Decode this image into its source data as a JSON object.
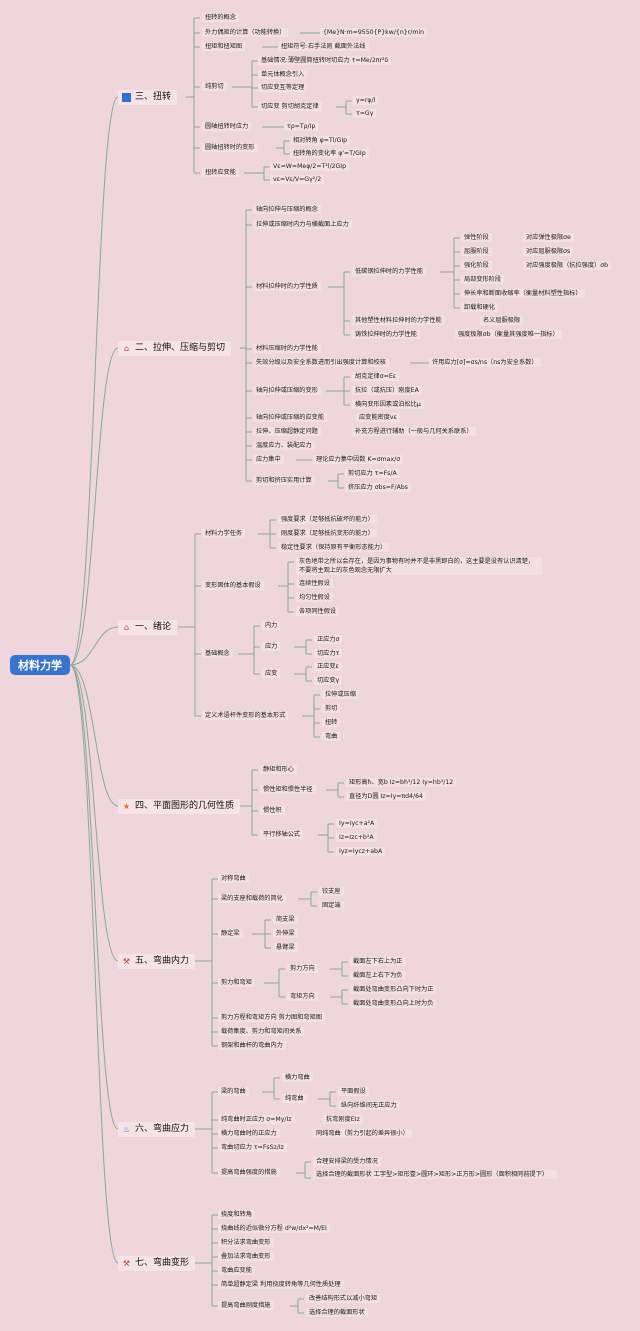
{
  "root": "材料力学",
  "sections": [
    {
      "id": "s3",
      "label": "三、扭转",
      "icon": "flag-icon"
    },
    {
      "id": "s2",
      "label": "二、拉伸、压缩与剪切",
      "icon": "home-icon"
    },
    {
      "id": "s1",
      "label": "一、绪论",
      "icon": "home-icon"
    },
    {
      "id": "s4",
      "label": "四、平面图形的几何性质",
      "icon": "star-icon"
    },
    {
      "id": "s5",
      "label": "五、弯曲内力",
      "icon": "tools-icon"
    },
    {
      "id": "s6",
      "label": "六、弯曲应力",
      "icon": "flame-icon"
    },
    {
      "id": "s7",
      "label": "七、弯曲变形",
      "icon": "tools-icon"
    }
  ],
  "colors": {
    "line": "#8aa89a",
    "root": "#3a73cc",
    "background": "#efd6dc"
  },
  "nodes": {
    "a1": "扭转的概念",
    "a2": "外力偶矩的计算（功能转换）",
    "a2a": "{Me}N·m=9550{P}kw/{n}r/min",
    "a3": "扭矩和扭矩图",
    "a3a": "扭矩符号:右手法则 截面外法线",
    "a4": "纯剪切",
    "a4a": "基础情况:薄壁圆筒扭转时切应力 τ=Me/2πr²δ",
    "a4b": "单元体概念引入",
    "a4c": "切应变互等定理",
    "a4d": "切应变 剪切胡克定律",
    "a4d1": "γ=rφ/l",
    "a4d2": "τ=Gγ",
    "a5": "圆轴扭转时应力",
    "a5a": "τρ=Tρ/Ip",
    "a6": "圆轴扭转时的变形",
    "a6a": "相对转角 φ=Tl/GIp",
    "a6b": "扭转角的变化率 φ'=T/GIp",
    "a7": "扭转应变能",
    "a7a": "Vε=W=Meφ/2=T²l/2GIp",
    "a7b": "vε=Vε/V=Gγ²/2",
    "b1": "轴向拉伸与压缩的概念",
    "b2": "拉伸或压缩时内力与横截面上应力",
    "b3": "材料拉伸时的力学性质",
    "b3a": "低碳钢拉伸时的力学性能",
    "b3a1": "弹性阶段",
    "b3a1x": "对应弹性极限σe",
    "b3a2": "屈服阶段",
    "b3a2x": "对应屈服极限σs",
    "b3a3": "强化阶段",
    "b3a3x": "对应强度极限（抗拉强度）σb",
    "b3a4": "局部变形阶段",
    "b3a5": "伸长率和断面收缩率（衡量材料塑性指标）",
    "b3a6": "卸载和硬化",
    "b3b": "其他塑性材料拉伸时的力学性能",
    "b3bx": "名义屈服极限",
    "b3c": "铸铁拉伸时的力学性能",
    "b3cx": "强度极限σb（衡量其强度唯一指标）",
    "b4": "材料压缩时的力学性能",
    "b5": "失效分级以及安全系数进而引出强度计算和校核",
    "b5x": "许用应力[σ]=σs/ns（ns为安全系数）",
    "b6": "轴向拉伸或压缩的变形",
    "b6a": "胡克定律σ=Eε",
    "b6b": "抗拉（或抗压）刚度EA",
    "b6c": "横向变形因素或泊松比μ",
    "b7": "轴向拉伸或压缩的应变能",
    "b7x": "应变能密度vε",
    "b8": "拉伸、压缩超静定问题",
    "b8x": "补充方程进行辅助（一般与几何关系联系）",
    "b9": "温度应力、装配应力",
    "b10": "应力集中",
    "b10x": "理论应力集中因数 K=σmax/σ",
    "b11": "剪切和挤压实用计算",
    "b11a": "剪切应力 τ=Fs/A",
    "b11b": "挤压应力 σbs=F/Abs",
    "c1": "材料力学任务",
    "c1a": "强度要求（足够抵抗破坏的能力）",
    "c1b": "刚度要求（足够抵抗变形的能力）",
    "c1c": "稳定性要求（保持原有平衡形态能力）",
    "c2": "变形固体的基本假设",
    "c2a": "灰色地带之所以会存在，是因为事物有时并不是非黑即白的，这主要是没有认识清楚，不要将主观上的灰色观念无限扩大",
    "c2b": "连续性假设",
    "c2c": "均匀性假设",
    "c2d": "各项同性假设",
    "c3": "基础概念",
    "c3a": "内力",
    "c3b": "应力",
    "c3b1": "正应力σ",
    "c3b2": "切应力τ",
    "c3c": "应变",
    "c3c1": "正应变ε",
    "c3c2": "切应变γ",
    "c4": "定义术语杆件变形的基本形式",
    "c4a": "拉伸或压缩",
    "c4b": "剪切",
    "c4c": "扭转",
    "c4d": "弯曲",
    "d1": "静矩和形心",
    "d2": "惯性矩和惯性半径",
    "d2a": "矩形高h、宽b Iz=bh³/12 Iy=hb³/12",
    "d2b": "直径为D圆 Iz=Iy=πd4/64",
    "d3": "惯性积",
    "d4": "平行移轴公式",
    "d4a": "Iy=Iyc+a²A",
    "d4b": "Iz=Izc+b²A",
    "d4c": "Iyz=Iycz+abA",
    "e1": "对称弯曲",
    "e2": "梁的支座和载荷的简化",
    "e2a": "铰支座",
    "e2b": "固定端",
    "e3": "静定梁",
    "e3a": "简支梁",
    "e3b": "外伸梁",
    "e3c": "悬臂梁",
    "e4": "剪力和弯矩",
    "e4a": "剪力方向",
    "e4a1": "截面左下右上为正",
    "e4a2": "截面左上右下为负",
    "e4b": "弯矩方向",
    "e4b1": "截面处弯曲变形凸向下时为正",
    "e4b2": "截面处弯曲变形凸向上时为负",
    "e5": "剪力方程和弯矩方向 剪力图和弯矩图",
    "e6": "载荷集度、剪力和弯矩间关系",
    "e7": "钢架和曲杆的弯曲内力",
    "f1": "梁的弯曲",
    "f1a": "横力弯曲",
    "f1b": "纯弯曲",
    "f1b1": "平面假设",
    "f1b2": "纵向纤维间无正应力",
    "f2": "纯弯曲时正应力 σ=My/Iz",
    "f2x": "抗弯刚度EIz",
    "f3": "横力弯曲时的正应力",
    "f3x": "同纯弯曲（剪力引起的差异很小）",
    "f4": "弯曲切应力 τ=FsSz/Iz",
    "f5": "提高弯曲强度的措施",
    "f5a": "合理安排梁的受力情况",
    "f5b": "选择合理的截面形状 工字型>矩形壹>圆环>矩形>正方形>圆形（面积相同前提下）",
    "g1": "挠度和转角",
    "g2": "挠曲线的近似微分方程 d²w/dx²=M/EI",
    "g3": "积分法求弯曲变形",
    "g4": "叠加法求弯曲变形",
    "g5": "弯曲应变能",
    "g6": "简单超静定梁 利用挠度转角等几何性质处理",
    "g7": "提高弯曲刚度措施",
    "g7a": "改善结构形式以减小弯矩",
    "g7b": "选择合理的截面形状"
  }
}
